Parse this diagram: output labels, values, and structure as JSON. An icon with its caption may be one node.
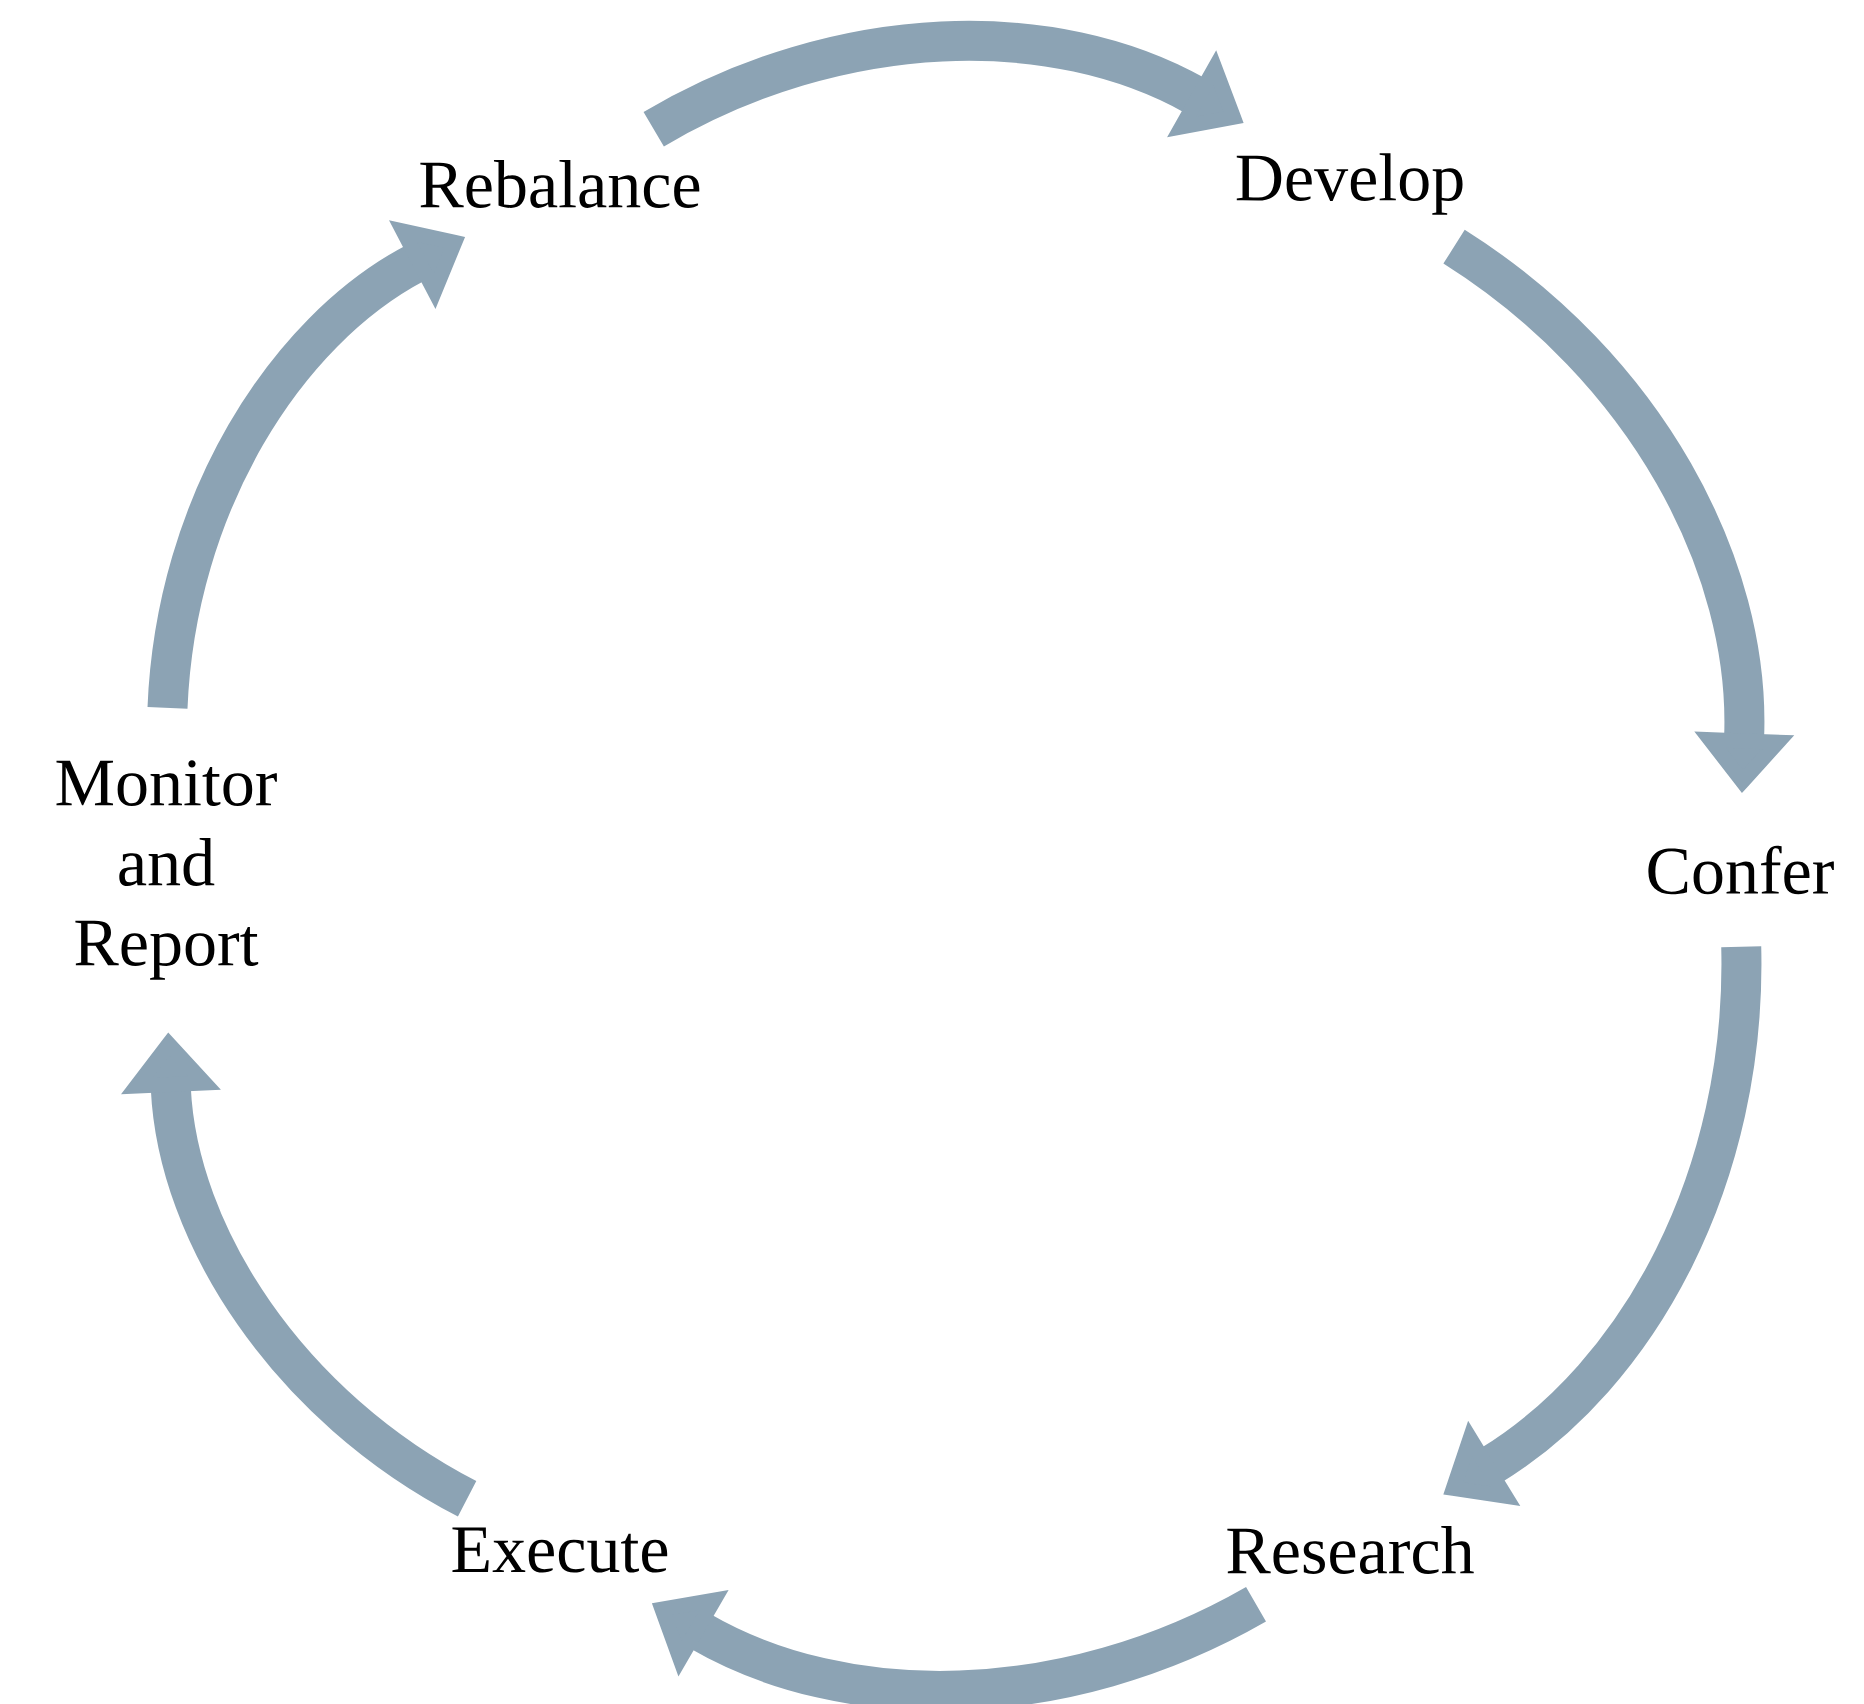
{
  "diagram": {
    "nodes": [
      {
        "text": [
          "Rebalance"
        ]
      },
      {
        "text": [
          "Develop"
        ]
      },
      {
        "text": [
          "Confer"
        ]
      },
      {
        "text": [
          "Research"
        ]
      },
      {
        "text": [
          "Execute"
        ]
      },
      {
        "text": [
          "Monitor and Report"
        ]
      }
    ],
    "edges": [
      {
        "from": 0,
        "to": 1,
        "arrow": "to"
      },
      {
        "from": 1,
        "to": 2,
        "arrow": "to"
      },
      {
        "from": 2,
        "to": 3,
        "arrow": "to"
      },
      {
        "from": 3,
        "to": 4,
        "arrow": "to"
      },
      {
        "from": 4,
        "to": 5,
        "arrow": "to"
      },
      {
        "from": 5,
        "to": 0,
        "arrow": "to"
      }
    ]
  }
}
